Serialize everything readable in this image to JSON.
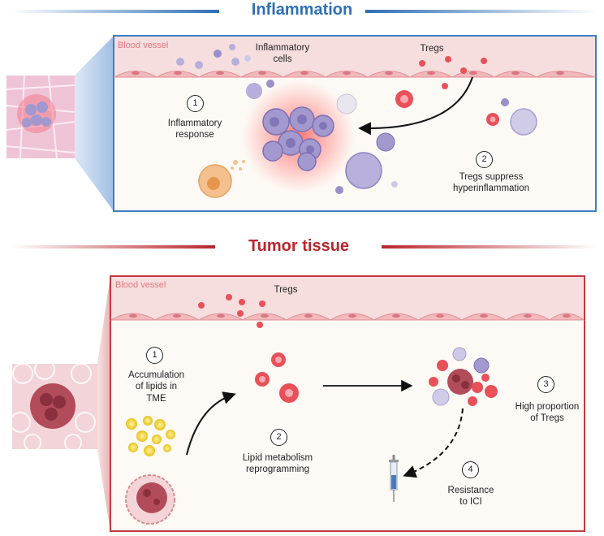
{
  "sections": {
    "inflammation": {
      "title": "Inflammation",
      "blood_vessel": "Blood vessel",
      "inflammatory_cells": "Inflammatory\ncells",
      "tregs": "Tregs",
      "step1_num": "1",
      "step1": "Inflammatory\nresponse",
      "step2_num": "2",
      "step2": "Tregs suppress\nhyperinflammation"
    },
    "tumor": {
      "title": "Tumor tissue",
      "blood_vessel": "Blood vessel",
      "tregs": "Tregs",
      "step1_num": "1",
      "step1": "Accumulation\nof lipids in\nTME",
      "step2_num": "2",
      "step2": "Lipid metabolism\nreprogramming",
      "step3_num": "3",
      "step3": "High proportion\nof Tregs",
      "step4_num": "4",
      "step4": "Resistance\nto ICI"
    }
  },
  "colors": {
    "inflammation_accent": "#2f6fb5",
    "tumor_accent": "#b8262b",
    "vessel": "#f6dcdc",
    "treg": "#e8505a",
    "inflammatory_cell": "#a9a0d0"
  }
}
